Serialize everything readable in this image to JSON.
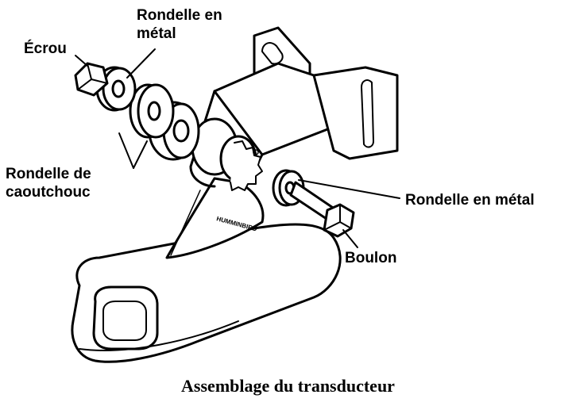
{
  "labels": {
    "ecrou": "Écrou",
    "rondelle_metal_top_line1": "Rondelle en",
    "rondelle_metal_top_line2": "métal",
    "rondelle_caoutchouc_line1": "Rondelle de",
    "rondelle_caoutchouc_line2": "caoutchouc",
    "rondelle_metal_right": "Rondelle en métal",
    "boulon": "Boulon"
  },
  "transducer_logo": "HUMMINBIRD",
  "caption": "Assemblage du transducteur"
}
